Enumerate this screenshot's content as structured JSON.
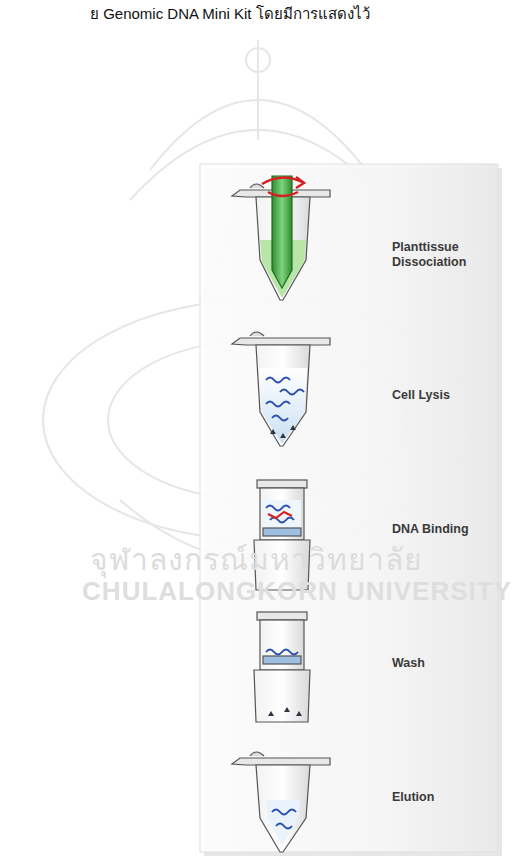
{
  "diagram": {
    "labels": [
      "ย Genomic DNA Mini Kit โดยมีการแสดงไว้",
      "จุฬาลงกรณ์มหาวิทยาลัย",
      "CHULALONGKORN UNIVERSITY",
      "Planttissue Dissociation",
      "Cell Lysis",
      "DNA Binding",
      "Wash",
      "Elution"
    ]
  }
}
